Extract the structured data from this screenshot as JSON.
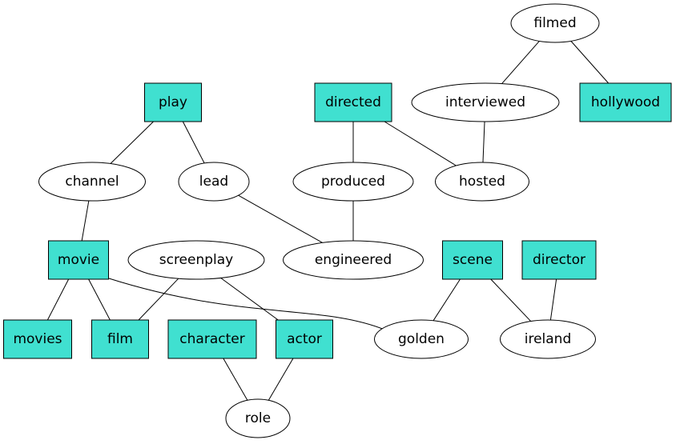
{
  "graph": {
    "colors": {
      "box_fill": "#40e0d0",
      "stroke": "#000000",
      "ellipse_fill": "#ffffff"
    },
    "nodes": [
      {
        "id": "filmed",
        "label": "filmed",
        "shape": "ellipse"
      },
      {
        "id": "play",
        "label": "play",
        "shape": "box"
      },
      {
        "id": "directed",
        "label": "directed",
        "shape": "box"
      },
      {
        "id": "interviewed",
        "label": "interviewed",
        "shape": "ellipse"
      },
      {
        "id": "hollywood",
        "label": "hollywood",
        "shape": "box"
      },
      {
        "id": "channel",
        "label": "channel",
        "shape": "ellipse"
      },
      {
        "id": "lead",
        "label": "lead",
        "shape": "ellipse"
      },
      {
        "id": "produced",
        "label": "produced",
        "shape": "ellipse"
      },
      {
        "id": "hosted",
        "label": "hosted",
        "shape": "ellipse"
      },
      {
        "id": "movie",
        "label": "movie",
        "shape": "box"
      },
      {
        "id": "screenplay",
        "label": "screenplay",
        "shape": "ellipse"
      },
      {
        "id": "engineered",
        "label": "engineered",
        "shape": "ellipse"
      },
      {
        "id": "scene",
        "label": "scene",
        "shape": "box"
      },
      {
        "id": "director",
        "label": "director",
        "shape": "box"
      },
      {
        "id": "movies",
        "label": "movies",
        "shape": "box"
      },
      {
        "id": "film",
        "label": "film",
        "shape": "box"
      },
      {
        "id": "character",
        "label": "character",
        "shape": "box"
      },
      {
        "id": "actor",
        "label": "actor",
        "shape": "box"
      },
      {
        "id": "golden",
        "label": "golden",
        "shape": "ellipse"
      },
      {
        "id": "ireland",
        "label": "ireland",
        "shape": "ellipse"
      },
      {
        "id": "role",
        "label": "role",
        "shape": "ellipse"
      }
    ],
    "edges": [
      {
        "from": "filmed",
        "to": "interviewed"
      },
      {
        "from": "filmed",
        "to": "hollywood"
      },
      {
        "from": "play",
        "to": "channel"
      },
      {
        "from": "play",
        "to": "lead"
      },
      {
        "from": "directed",
        "to": "produced"
      },
      {
        "from": "directed",
        "to": "hosted"
      },
      {
        "from": "interviewed",
        "to": "hosted"
      },
      {
        "from": "channel",
        "to": "movie"
      },
      {
        "from": "lead",
        "to": "engineered"
      },
      {
        "from": "produced",
        "to": "engineered"
      },
      {
        "from": "movie",
        "to": "movies"
      },
      {
        "from": "movie",
        "to": "film"
      },
      {
        "from": "movie",
        "to": "golden"
      },
      {
        "from": "screenplay",
        "to": "film"
      },
      {
        "from": "screenplay",
        "to": "actor"
      },
      {
        "from": "scene",
        "to": "golden"
      },
      {
        "from": "scene",
        "to": "ireland"
      },
      {
        "from": "director",
        "to": "ireland"
      },
      {
        "from": "character",
        "to": "role"
      },
      {
        "from": "actor",
        "to": "role"
      }
    ]
  }
}
